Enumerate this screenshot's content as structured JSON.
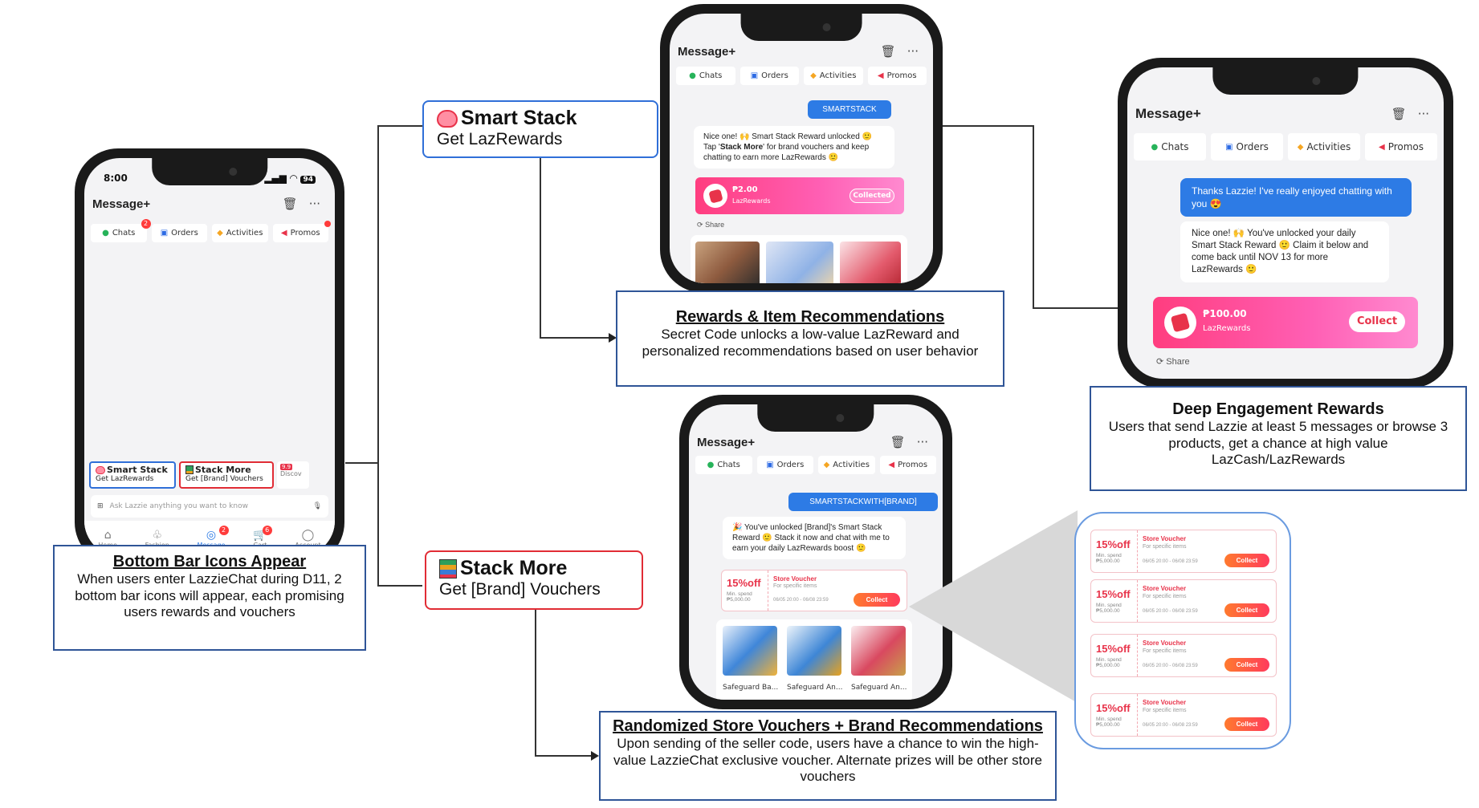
{
  "phone1": {
    "time": "8:00",
    "battery": "94",
    "title": "Message+",
    "tabs": [
      "Chats",
      "Orders",
      "Activities",
      "Promos"
    ],
    "chats_badge": "2",
    "smartstack": {
      "title": "Smart Stack",
      "sub": "Get LazRewards"
    },
    "stackmore": {
      "title": "Stack More",
      "sub": "Get [Brand] Vouchers"
    },
    "promo_tag": "9.9",
    "discover": "Discov",
    "input_placeholder": "Ask Lazzie anything you want to know",
    "nav": [
      "Home",
      "Fashion",
      "Message",
      "Cart",
      "Account"
    ],
    "nav_badges": {
      "message": "2",
      "cart": "6"
    }
  },
  "phone2": {
    "title": "Message+",
    "tabs": [
      "Chats",
      "Orders",
      "Activities",
      "Promos"
    ],
    "user_msg": "SMARTSTACK",
    "bot_msg_1": "Nice one! 🙌 Smart Stack Reward unlocked 🙂 Tap '",
    "bot_msg_bold": "Stack More",
    "bot_msg_2": "' for brand vouchers and keep chatting to earn more LazRewards 🙂",
    "reward_amount": "₱2.00",
    "reward_label": "LazRewards",
    "reward_button": "Collected",
    "share": "Share"
  },
  "phone3": {
    "title": "Message+",
    "tabs": [
      "Chats",
      "Orders",
      "Activities",
      "Promos"
    ],
    "user_msg": "Thanks Lazzie! I've really enjoyed chatting with you 😍",
    "bot_msg": "Nice one! 🙌 You've unlocked your daily Smart Stack Reward 🙂 Claim it below and come back until NOV 13 for more LazRewards 🙂",
    "reward_amount": "₱100.00",
    "reward_label": "LazRewards",
    "reward_button": "Collect",
    "share": "Share"
  },
  "phone4": {
    "title": "Message+",
    "tabs": [
      "Chats",
      "Orders",
      "Activities",
      "Promos"
    ],
    "user_msg": "SMARTSTACKWITH[BRAND]",
    "bot_msg": "🎉 You've unlocked [Brand]'s Smart Stack Reward 🙂 Stack it now and chat with me to earn your daily LazRewards boost 🙂",
    "voucher": {
      "pct": "15%off",
      "min": "Min. spend ₱5,000.00",
      "title": "Store Voucher",
      "sub": "For specific items",
      "date": "06/05 20:00 - 06/08 23:59",
      "button": "Collect"
    },
    "products": [
      "Safeguard Ba...",
      "Safeguard An...",
      "Safeguard An..."
    ]
  },
  "voucher_panel": {
    "items": [
      {
        "pct": "15%off",
        "min": "Min. spend ₱5,000.00",
        "title": "Store Voucher",
        "sub": "For specific items",
        "date": "06/05 20:00 - 06/08 23:59",
        "button": "Collect"
      },
      {
        "pct": "15%off",
        "min": "Min. spend ₱5,000.00",
        "title": "Store Voucher",
        "sub": "For specific items",
        "date": "06/05 20:00 - 06/08 23:59",
        "button": "Collect"
      },
      {
        "pct": "15%off",
        "min": "Min. spend ₱5,000.00",
        "title": "Store Voucher",
        "sub": "For specific items",
        "date": "06/05 20:00 - 06/08 23:59",
        "button": "Collect"
      },
      {
        "pct": "15%off",
        "min": "Min. spend ₱5,000.00",
        "title": "Store Voucher",
        "sub": "For specific items",
        "date": "06/05 20:00 - 06/08 23:59",
        "button": "Collect"
      }
    ]
  },
  "labels": {
    "smart_stack": {
      "title": "Smart Stack",
      "sub": "Get LazRewards"
    },
    "stack_more": {
      "title": "Stack More",
      "sub": "Get [Brand] Vouchers"
    }
  },
  "callouts": {
    "bottom_bar": {
      "title": "Bottom Bar Icons Appear",
      "body": "When users enter LazzieChat during D11, 2 bottom bar icons will appear, each promising users rewards and vouchers"
    },
    "rewards": {
      "title": "Rewards &  Item Recommendations",
      "body": "Secret Code unlocks a low-value LazReward and personalized recommendations based on user behavior"
    },
    "deep": {
      "title": "Deep Engagement Rewards",
      "body": "Users that send Lazzie at least 5 messages or browse 3 products, get a chance at high value LazCash/LazRewards"
    },
    "randomized": {
      "title": "Randomized Store Vouchers + Brand Recommendations",
      "body": "Upon sending of the seller code, users have a chance to win the high-value LazzieChat exclusive voucher. Alternate prizes will be other store vouchers"
    }
  },
  "colors": {
    "accent_blue": "#2f5597",
    "label_blue": "#2f6fd8",
    "label_red": "#e12c35",
    "laz_pink": "#ff3d7f",
    "message_blue": "#2d7be5"
  }
}
